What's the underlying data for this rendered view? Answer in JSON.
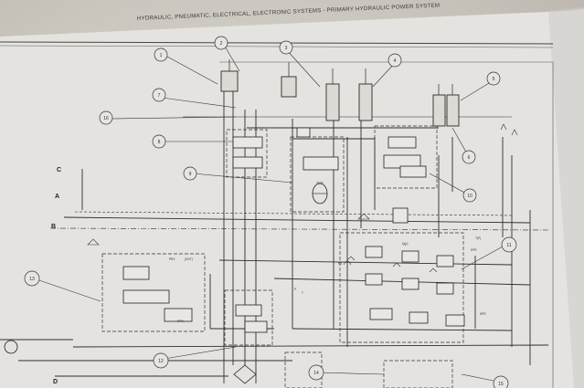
{
  "header": {
    "title": "HYDRAULIC, PNEUMATIC, ELECTRICAL, ELECTRONIC SYSTEMS - PRIMARY HYDRAULIC POWER SYSTEM"
  },
  "callouts": [
    "1",
    "2",
    "3",
    "4",
    "5",
    "6",
    "7",
    "8",
    "9",
    "10",
    "11",
    "12",
    "13",
    "14",
    "15",
    "16"
  ],
  "side_labels": [
    "A",
    "B",
    "C",
    "D"
  ],
  "port_labels": [
    "PRV",
    "Q(p)",
    "P",
    "T",
    "T(P)",
    "(OUT)",
    "P2",
    "PPN",
    "EPR",
    "SPR"
  ]
}
